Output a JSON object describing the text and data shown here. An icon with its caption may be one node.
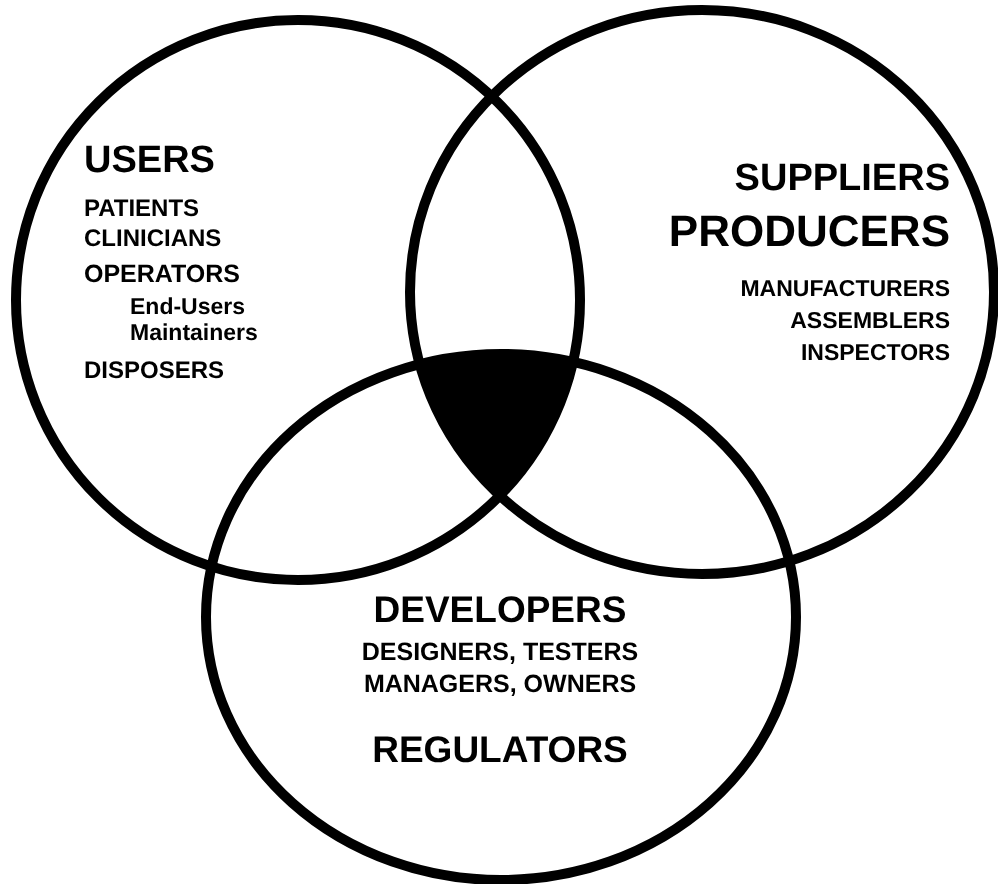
{
  "diagram": {
    "nodes": [
      {
        "text": [
          "USERS",
          "PATIENTS",
          "CLINICIANS",
          "OPERATORS",
          "End-Users",
          "Maintainers",
          "DISPOSERS"
        ]
      },
      {
        "text": [
          "SUPPLIERS",
          "PRODUCERS",
          "MANUFACTURERS",
          "ASSEMBLERS",
          "INSPECTORS"
        ]
      },
      {
        "text": [
          "DEVELOPERS",
          "DESIGNERS, TESTERS",
          "MANAGERS, OWNERS",
          "REGULATORS"
        ]
      },
      {
        "text": [],
        "shape": "triangle"
      }
    ]
  }
}
